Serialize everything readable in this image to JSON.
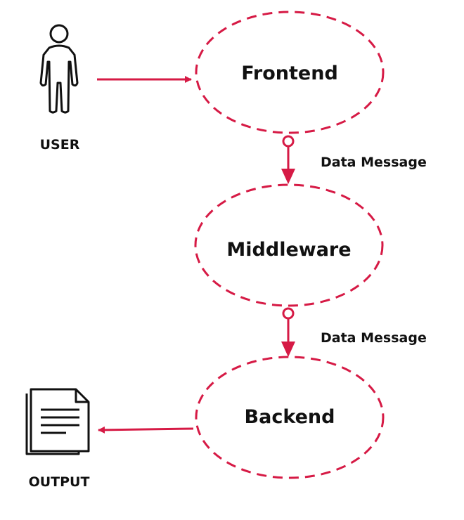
{
  "diagram": {
    "nodes": {
      "frontend": {
        "label": "Frontend"
      },
      "middleware": {
        "label": "Middleware"
      },
      "backend": {
        "label": "Backend"
      }
    },
    "actors": {
      "user": {
        "label": "USER",
        "icon": "user-icon"
      },
      "output": {
        "label": "OUTPUT",
        "icon": "document-icon"
      }
    },
    "edges": {
      "frontend_to_middleware": {
        "label": "Data Message"
      },
      "middleware_to_backend": {
        "label": "Data Message"
      }
    },
    "colors": {
      "accent": "#d61a45",
      "text": "#111111"
    }
  }
}
